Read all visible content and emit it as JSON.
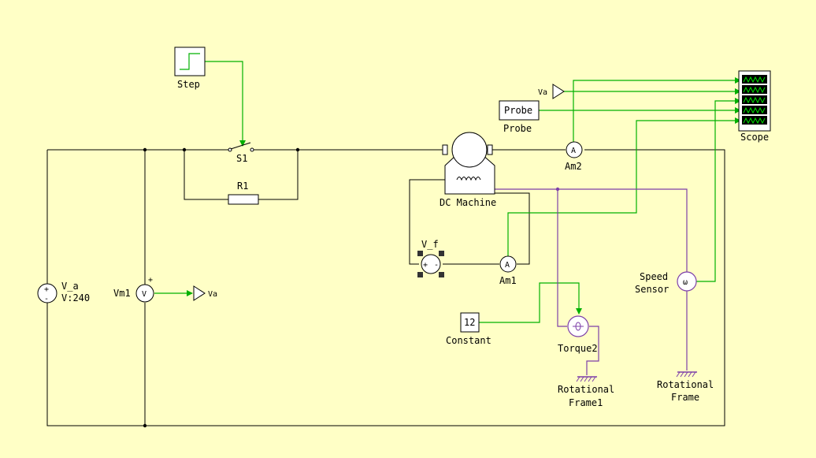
{
  "labels": {
    "step": "Step",
    "s1": "S1",
    "r1": "R1",
    "probe_block": "Probe",
    "probe": "Probe",
    "va_tag_top": "Va",
    "scope": "Scope",
    "dc_machine": "DC Machine",
    "am2": "Am2",
    "vf": "V_f",
    "am1": "Am1",
    "speed_sensor_1": "Speed",
    "speed_sensor_2": "Sensor",
    "constant_value": "12",
    "constant": "Constant",
    "torque": "Torque2",
    "rot_frame1_1": "Rotational",
    "rot_frame1_2": "Frame1",
    "rot_frame_1": "Rotational",
    "rot_frame_2": "Frame",
    "va_name": "V_a",
    "va_value": "V:240",
    "vm1": "Vm1",
    "va_tag_bottom": "Va",
    "ammeter_symbol": "A",
    "voltmeter_symbol": "V",
    "speed_symbol": "ω"
  },
  "colors": {
    "background": "#ffffc6",
    "wire": "#000000",
    "signal": "#00b000",
    "mechanical": "#7d3fa8"
  }
}
